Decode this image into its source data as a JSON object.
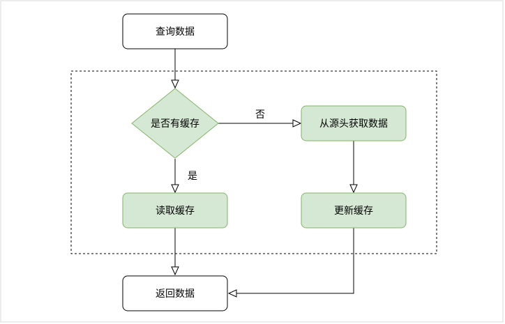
{
  "diagram": {
    "nodes": {
      "query": "查询数据",
      "has_cache": "是否有缓存",
      "fetch_source": "从源头获取数据",
      "read_cache": "读取缓存",
      "update_cache": "更新缓存",
      "return_data": "返回数据"
    },
    "edges": {
      "no": "否",
      "yes": "是"
    },
    "colors": {
      "plain_fill": "#ffffff",
      "plain_stroke": "#000000",
      "green_fill": "#d5e8d4",
      "green_stroke": "#82b366",
      "line": "#000000"
    }
  }
}
